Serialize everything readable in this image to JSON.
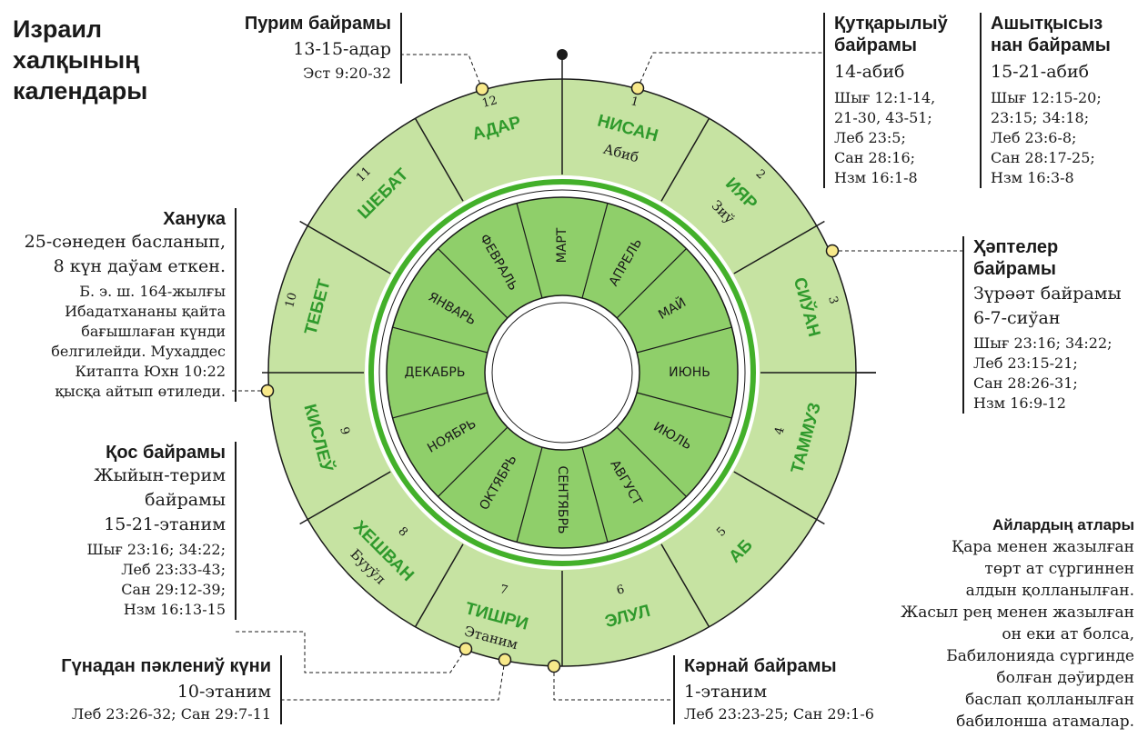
{
  "title": [
    "Израил",
    "халқының",
    "календары"
  ],
  "wheel": {
    "months": [
      {
        "number": "1",
        "name": "НИСАН",
        "alt": "Абиб",
        "gregorian": "МАРТ"
      },
      {
        "number": "2",
        "name": "ИЯР",
        "alt": "Зиў",
        "gregorian": "АПРЕЛЬ"
      },
      {
        "number": "3",
        "name": "СИЎАН",
        "alt": "",
        "gregorian": "МАЙ"
      },
      {
        "number": "4",
        "name": "ТАММУЗ",
        "alt": "",
        "gregorian": "ИЮНЬ"
      },
      {
        "number": "5",
        "name": "АБ",
        "alt": "",
        "gregorian": "ИЮЛЬ"
      },
      {
        "number": "6",
        "name": "ЭЛУЛ",
        "alt": "",
        "gregorian": "АВГУСТ"
      },
      {
        "number": "7",
        "name": "ТИШРИ",
        "alt": "Этаним",
        "gregorian": "СЕНТЯБРЬ"
      },
      {
        "number": "8",
        "name": "ХЕШВАН",
        "alt": "Бууўл",
        "gregorian": "ОКТЯБРЬ"
      },
      {
        "number": "9",
        "name": "КИСЛЕЎ",
        "alt": "",
        "gregorian": "НОЯБРЬ"
      },
      {
        "number": "10",
        "name": "ТЕБЕТ",
        "alt": "",
        "gregorian": "ДЕКАБРЬ"
      },
      {
        "number": "11",
        "name": "ШЕБАТ",
        "alt": "",
        "gregorian": "ЯНВАРЬ"
      },
      {
        "number": "12",
        "name": "АДАР",
        "alt": "",
        "gregorian": "ФЕВРАЛЬ"
      }
    ]
  },
  "feasts": {
    "purim": {
      "heading": "Пурим байрамы",
      "date": "13-15-адар",
      "refs": [
        "Эст 9:20-32"
      ]
    },
    "passover": {
      "heading": [
        "Қутқарылыў",
        "байрамы"
      ],
      "date": "14-абиб",
      "refs": [
        "Шығ 12:1-14,",
        "21-30, 43-51;",
        "Леб 23:5;",
        "Сан 28:16;",
        "Нзм 16:1-8"
      ]
    },
    "unleavened": {
      "heading": [
        "Ашытқысыз",
        "нан байрамы"
      ],
      "date": "15-21-абиб",
      "refs": [
        "Шығ 12:15-20;",
        "23:15; 34:18;",
        "Леб 23:6-8;",
        "Сан 28:17-25;",
        "Нзм 16:3-8"
      ]
    },
    "hanukkah": {
      "heading": "Ханука",
      "lines": [
        "25-сәнеден басланып,",
        "8 күн даўам еткен."
      ],
      "notes": [
        "Б. э. ш. 164-жылғы",
        "Ибадатхананы қайта",
        "бағышлаған күнди",
        "белгилейди. Мухаддес",
        "Китапта Юхн 10:22",
        "қысқа айтып өтиледи."
      ]
    },
    "weeks": {
      "heading": [
        "Ҳәптелер",
        "байрамы"
      ],
      "lines": [
        "Зүрәәт байрамы",
        "6-7-сиўан"
      ],
      "refs": [
        "Шығ 23:16; 34:22;",
        "Леб 23:15-21;",
        "Сан 28:26-31;",
        "Нзм 16:9-12"
      ]
    },
    "booths": {
      "heading": "Қос байрамы",
      "lines": [
        "Жыйын-терим",
        "байрамы",
        "15-21-этаним"
      ],
      "refs": [
        "Шығ 23:16; 34:22;",
        "Леб 23:33-43;",
        "Сан 29:12-39;",
        "Нзм 16:13-15"
      ]
    },
    "atonement": {
      "heading": "Гүнадан пәклениў күни",
      "date": "10-этаним",
      "refs": [
        "Леб 23:26-32; Сан 29:7-11"
      ]
    },
    "trumpets": {
      "heading": "Кәрнай байрамы",
      "date": "1-этаним",
      "refs": [
        "Леб 23:23-25; Сан 29:1-6"
      ]
    }
  },
  "legend": {
    "heading": "Айлардың атлары",
    "lines": [
      "Қара менен жазылған",
      "төрт ат сүргиннен",
      "алдын қолланылған.",
      "Жасыл рең менен жазылған",
      "он еки ат болса,",
      "Бабилонияда сүргинде",
      "болған дәўирден",
      "баслап қолланылған",
      "бабилонша атамалар."
    ]
  },
  "colors": {
    "outer_ring": "#c6e3a2",
    "inner_ring": "#8fcf6a",
    "accent_green": "#2f9a2c",
    "marker": "#f8e98a",
    "line": "#1a1a1a"
  }
}
